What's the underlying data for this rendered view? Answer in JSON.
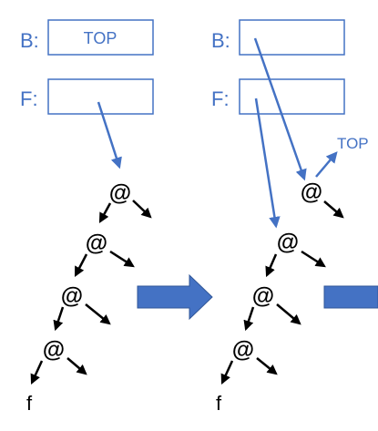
{
  "colors": {
    "blue": "#4472C4",
    "black": "#000000",
    "bigArrow": "#4472C4"
  },
  "left": {
    "b_label": "B:",
    "f_label": "F:",
    "b_box_text": "TOP",
    "f_box_text": "",
    "nodes": [
      "@",
      "@",
      "@",
      "@"
    ],
    "leaf": "f"
  },
  "right": {
    "b_label": "B:",
    "f_label": "F:",
    "b_box_text": "",
    "f_box_text": "",
    "top_node": "@",
    "top_label": "TOP",
    "nodes": [
      "@",
      "@",
      "@"
    ],
    "leaf": "f"
  }
}
